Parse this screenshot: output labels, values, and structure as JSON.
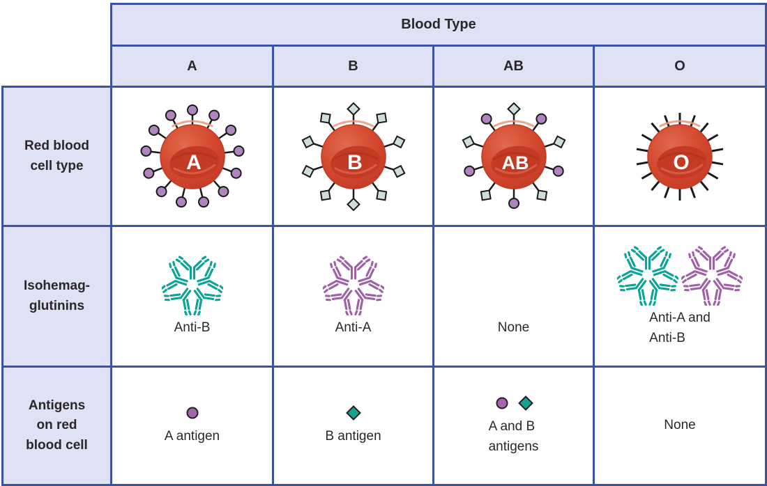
{
  "table_title": "Blood Type",
  "colors": {
    "border": "#3a53a4",
    "header_bg": "#dee2f4",
    "text": "#2b2728",
    "teal": "#0aa397",
    "purple": "#a05fa8",
    "spike": "#1a1a1a",
    "tip_circle": "#b084bc",
    "tip_diamond": "#cfdeda",
    "sym_circle": "#a565ac",
    "sym_diamond": "#12a491",
    "rbc_main": "#d4482e",
    "rbc_light": "#e06a4e",
    "rbc_dark": "#c23a24",
    "rbc_oval": "#c43b25",
    "rbc_gloss": "#ec9579",
    "rbc_shadow": "#a93017",
    "rbc_letter": "#ffffff"
  },
  "row_headers": {
    "rbc": "Red blood\ncell type",
    "isohemagglutinins": "Isohemag-\nglutinins",
    "antigens": "Antigens\non red\nblood cell"
  },
  "columns": [
    {
      "label": "A",
      "rbc": {
        "letter": "A",
        "tips": "circle",
        "spikes": 13
      },
      "isohemagglutinins": {
        "clusters": [
          "teal"
        ],
        "caption": "Anti-B"
      },
      "antigens": {
        "symbols": [
          "circle"
        ],
        "caption": "A antigen"
      }
    },
    {
      "label": "B",
      "rbc": {
        "letter": "B",
        "tips": "diamond",
        "spikes": 10
      },
      "isohemagglutinins": {
        "clusters": [
          "purple"
        ],
        "caption": "Anti-A"
      },
      "antigens": {
        "symbols": [
          "diamond"
        ],
        "caption": "B antigen"
      }
    },
    {
      "label": "AB",
      "rbc": {
        "letter": "AB",
        "tips": "alternate",
        "spikes": 10
      },
      "isohemagglutinins": {
        "clusters": [],
        "caption": "None"
      },
      "antigens": {
        "symbols": [
          "circle",
          "diamond"
        ],
        "caption": "A and B\nantigens"
      }
    },
    {
      "label": "O",
      "rbc": {
        "letter": "O",
        "tips": "none",
        "spikes": 18
      },
      "isohemagglutinins": {
        "clusters": [
          "teal",
          "purple"
        ],
        "caption": "Anti-A and\nAnti-B"
      },
      "antigens": {
        "symbols": [],
        "caption": "None"
      }
    }
  ]
}
